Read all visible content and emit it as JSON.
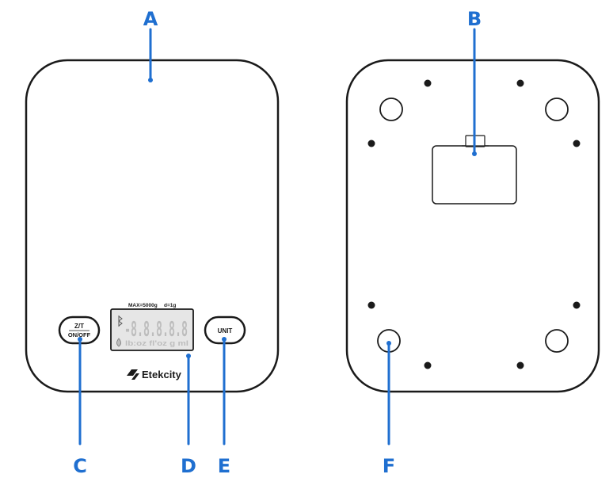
{
  "callouts": {
    "a": "A",
    "b": "B",
    "c": "C",
    "d": "D",
    "e": "E",
    "f": "F"
  },
  "front": {
    "zero_button_top": "Z/T",
    "zero_button_bottom": "ON/OFF",
    "unit_button": "UNIT",
    "capacity_text": "MAX=5000g",
    "division_text": "d=1g",
    "lcd_digits": "-8.8.8.8.8",
    "lcd_units": "lb:oz fl'oz g ml",
    "brand": "Etekcity"
  },
  "colors": {
    "accent": "#1f6fd0",
    "outline": "#1a1a1a",
    "lcd_bg": "#e6e6e6"
  }
}
